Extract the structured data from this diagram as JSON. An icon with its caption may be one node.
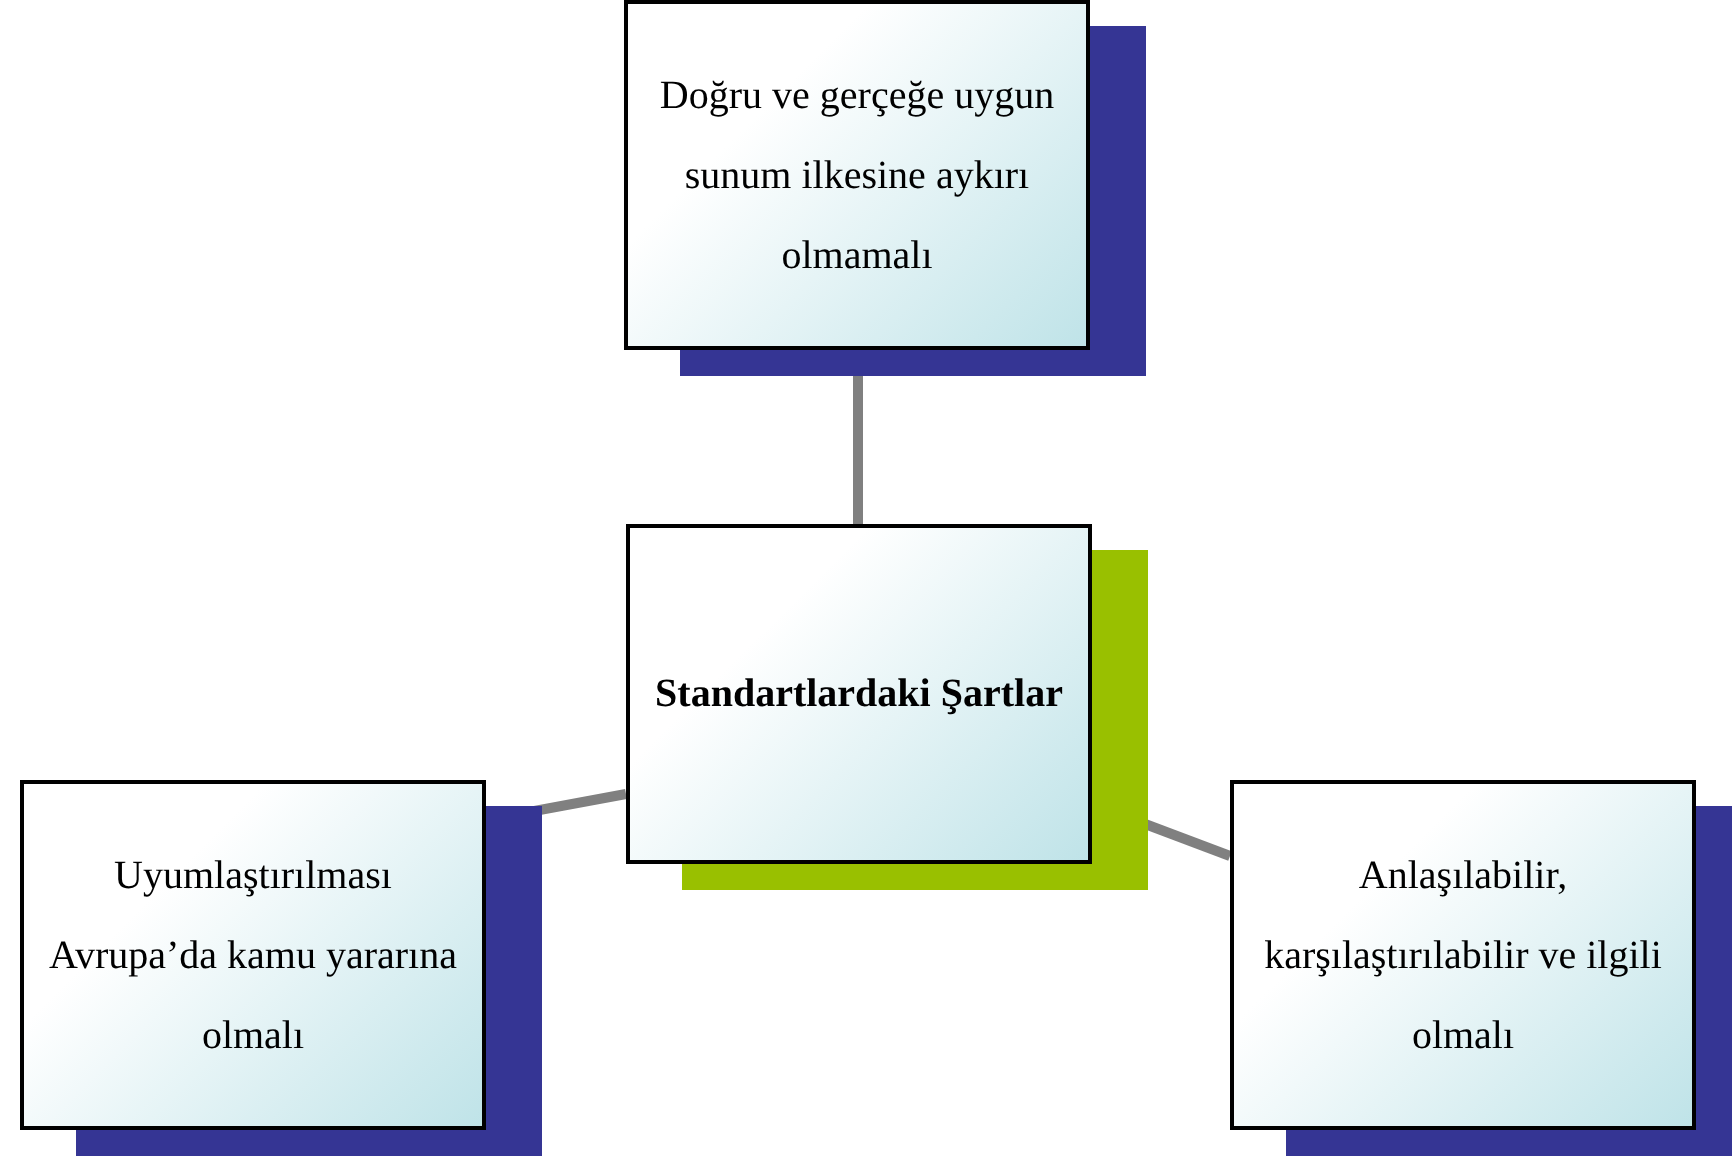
{
  "diagram": {
    "nodes": [
      {
        "text": [
          "Doğru ve gerçeğe uygun sunum ilkesine aykırı olmamalı"
        ]
      },
      {
        "text": [
          "Standartlardaki Şartlar"
        ]
      },
      {
        "text": [
          "Uyumlaştırılması Avrupa’da kamu yararına olmalı"
        ]
      },
      {
        "text": [
          "Anlaşılabilir, karşılaştırılabilir ve ilgili olmalı"
        ]
      }
    ],
    "edges": [
      {
        "from": 1,
        "to": 0,
        "arrow": "none"
      },
      {
        "from": 1,
        "to": 2,
        "arrow": "none"
      },
      {
        "from": 1,
        "to": 3,
        "arrow": "none"
      }
    ]
  }
}
